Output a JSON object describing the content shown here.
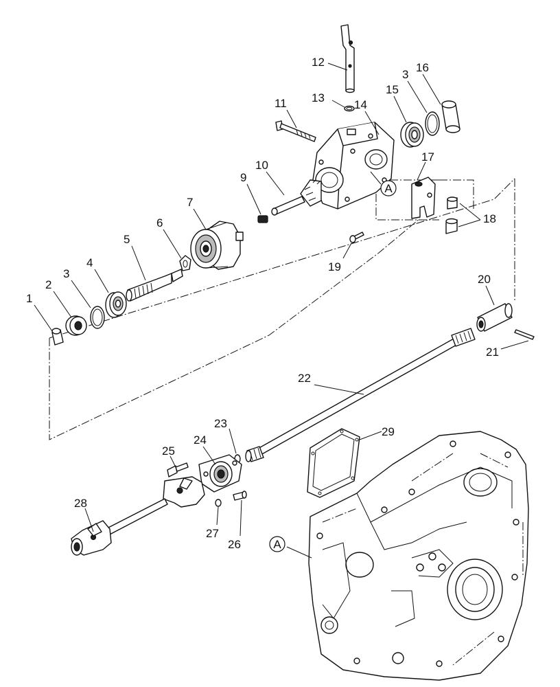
{
  "callouts": [
    {
      "id": "1",
      "text": "1"
    },
    {
      "id": "2",
      "text": "2"
    },
    {
      "id": "3a",
      "text": "3"
    },
    {
      "id": "4",
      "text": "4"
    },
    {
      "id": "5",
      "text": "5"
    },
    {
      "id": "6",
      "text": "6"
    },
    {
      "id": "7",
      "text": "7"
    },
    {
      "id": "9",
      "text": "9"
    },
    {
      "id": "10",
      "text": "10"
    },
    {
      "id": "11",
      "text": "11"
    },
    {
      "id": "12",
      "text": "12"
    },
    {
      "id": "13",
      "text": "13"
    },
    {
      "id": "14",
      "text": "14"
    },
    {
      "id": "15",
      "text": "15"
    },
    {
      "id": "3b",
      "text": "3"
    },
    {
      "id": "16",
      "text": "16"
    },
    {
      "id": "17",
      "text": "17"
    },
    {
      "id": "18",
      "text": "18"
    },
    {
      "id": "19",
      "text": "19"
    },
    {
      "id": "20",
      "text": "20"
    },
    {
      "id": "21",
      "text": "21"
    },
    {
      "id": "22",
      "text": "22"
    },
    {
      "id": "23",
      "text": "23"
    },
    {
      "id": "24",
      "text": "24"
    },
    {
      "id": "25",
      "text": "25"
    },
    {
      "id": "29",
      "text": "29"
    },
    {
      "id": "28",
      "text": "28"
    },
    {
      "id": "27",
      "text": "27"
    },
    {
      "id": "26",
      "text": "26"
    }
  ],
  "reference_marks": {
    "housing": "A",
    "transmission_case": "A"
  }
}
